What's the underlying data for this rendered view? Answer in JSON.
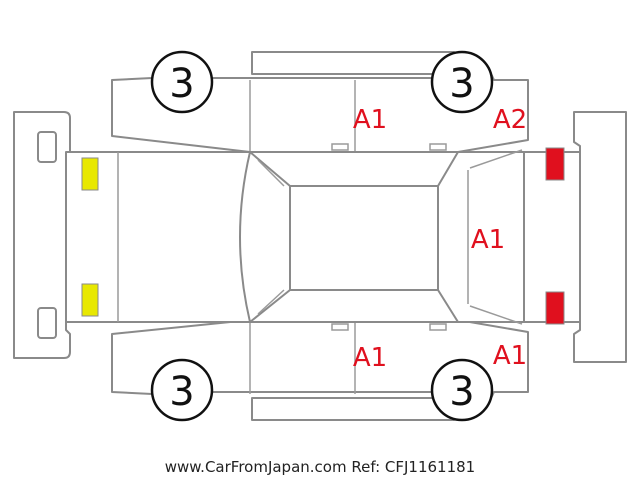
{
  "tires": {
    "front_left": "3",
    "front_right": "3",
    "rear_left": "3",
    "rear_right": "3"
  },
  "damage": {
    "roof_front": "A1",
    "front_right_corner": "A2",
    "rear_window": "A1",
    "roof_rear": "A1",
    "rear_right_corner": "A1"
  },
  "colors": {
    "damage_mark": "#e0101e",
    "front_lamp": "#e8e800",
    "rear_lamp": "#e0101e",
    "outline": "#8a8a8a"
  },
  "footer": {
    "watermark": "www.CarFromJapan.com Ref: CFJ1161181"
  }
}
